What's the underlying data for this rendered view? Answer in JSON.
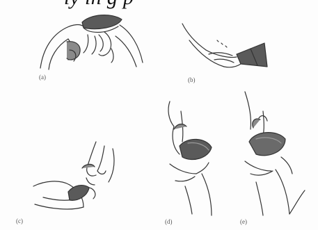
{
  "heading_fragment": "ly in g    p",
  "panels": [
    {
      "id": "a",
      "label": "(a)"
    },
    {
      "id": "b",
      "label": "(b)"
    },
    {
      "id": "c",
      "label": "(c)"
    },
    {
      "id": "d",
      "label": "(d)"
    },
    {
      "id": "e",
      "label": "(e)"
    }
  ],
  "colors": {
    "ink": "#333333",
    "cup_fill": "#5a5a5a",
    "cup_light": "#9a9a9a",
    "background": "#fdfdfd"
  }
}
